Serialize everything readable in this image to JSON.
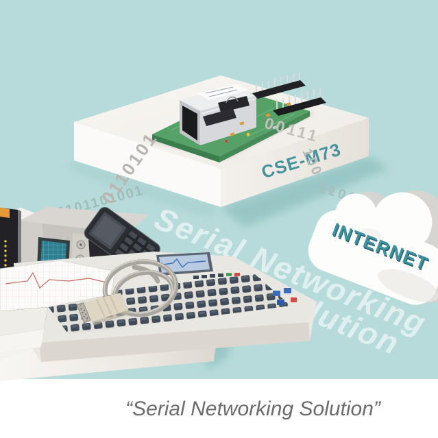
{
  "caption": {
    "text": "“Serial Networking Solution”"
  },
  "module": {
    "label": "CSE-M73"
  },
  "cloud": {
    "label": "INTERNET"
  },
  "watermark": {
    "line1": "Serial Networking",
    "line2": "Solution"
  },
  "binary_streams": {
    "left_lower": "0101101001",
    "left_upper": "0110101",
    "right_face": "00111",
    "right_drop": "100",
    "right_tail": "1101",
    "right_near_cloud": "10"
  },
  "colors": {
    "background_teal": "#b7dbda",
    "accent_teal": "#3e919d",
    "caption_gray": "#6b6b6b",
    "platform_white": "#f4f2ee",
    "pcb_green": "#55a168",
    "watermark_white": "#e3f1ef"
  }
}
